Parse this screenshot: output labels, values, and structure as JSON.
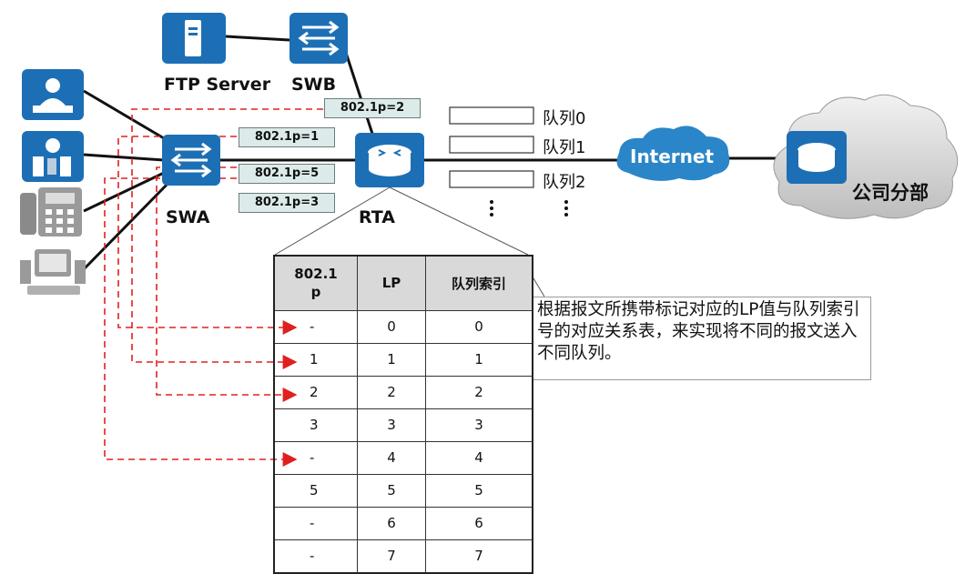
{
  "devices": {
    "ftp_server": "FTP Server",
    "swb": "SWB",
    "swa": "SWA",
    "rta": "RTA",
    "internet": "Internet",
    "branch": "公司分部"
  },
  "tags": {
    "swb": "802.1p=2",
    "t1": "802.1p=1",
    "t5": "802.1p=5",
    "t3": "802.1p=3"
  },
  "queues": [
    "队列0",
    "队列1",
    "队列2"
  ],
  "note": "根据报文所携带标记对应的LP值与队列索引号的对应关系表，来实现将不同的报文送入不同队列。",
  "table": {
    "headers": [
      "802.1\np",
      "LP",
      "队列索引"
    ],
    "rows": [
      [
        "-",
        "0",
        "0"
      ],
      [
        "1",
        "1",
        "1"
      ],
      [
        "2",
        "2",
        "2"
      ],
      [
        "3",
        "3",
        "3"
      ],
      [
        "-",
        "4",
        "4"
      ],
      [
        "5",
        "5",
        "5"
      ],
      [
        "-",
        "6",
        "6"
      ],
      [
        "-",
        "7",
        "7"
      ]
    ]
  },
  "colors": {
    "device_blue": "#1d6fb5",
    "link": "#111111",
    "arrow": "#e02020",
    "tag_bg": "#dcebea"
  }
}
